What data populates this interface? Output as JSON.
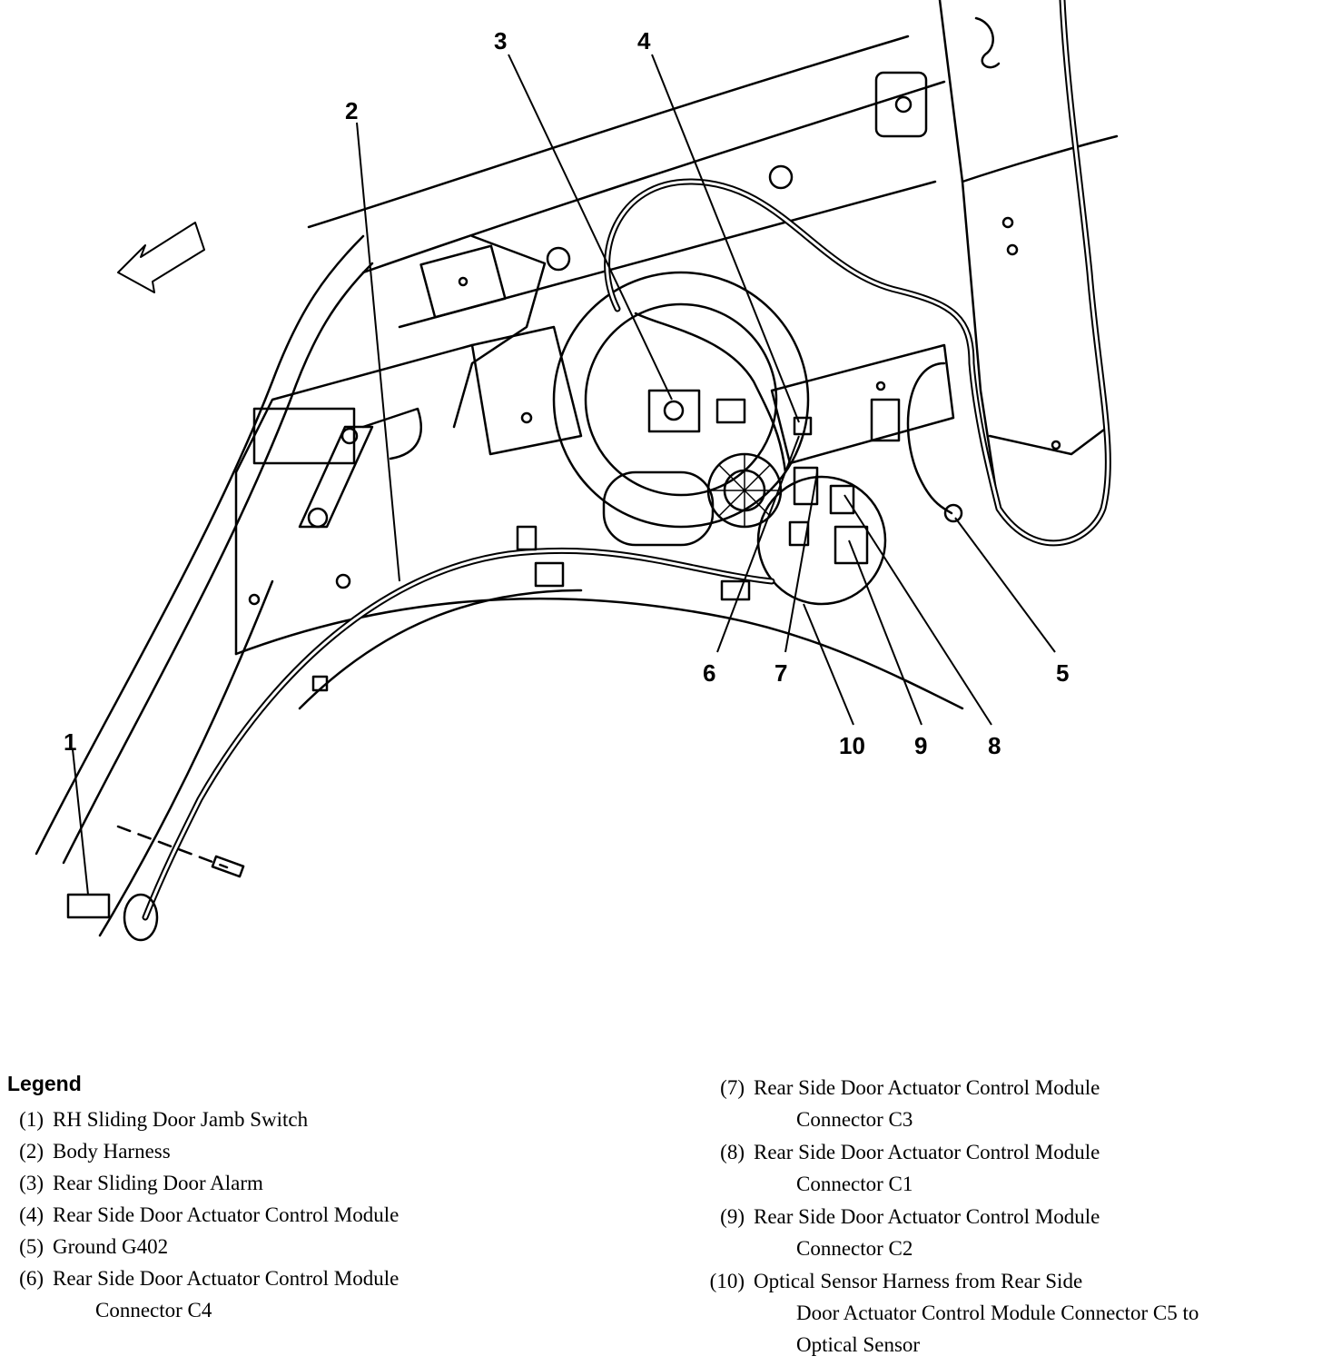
{
  "callouts": [
    "1",
    "2",
    "3",
    "4",
    "5",
    "6",
    "7",
    "8",
    "9",
    "10"
  ],
  "legend": {
    "title": "Legend",
    "items": [
      {
        "num": "(1)",
        "lines": [
          "RH Sliding Door Jamb Switch"
        ]
      },
      {
        "num": "(2)",
        "lines": [
          "Body Harness"
        ]
      },
      {
        "num": "(3)",
        "lines": [
          "Rear Sliding Door Alarm"
        ]
      },
      {
        "num": "(4)",
        "lines": [
          "Rear Side Door Actuator Control Module"
        ]
      },
      {
        "num": "(5)",
        "lines": [
          "Ground G402"
        ]
      },
      {
        "num": "(6)",
        "lines": [
          "Rear Side Door Actuator Control Module",
          "Connector C4"
        ]
      },
      {
        "num": "(7)",
        "lines": [
          "Rear Side Door Actuator Control Module",
          "Connector C3"
        ]
      },
      {
        "num": "(8)",
        "lines": [
          "Rear Side Door Actuator Control Module",
          "Connector C1"
        ]
      },
      {
        "num": "(9)",
        "lines": [
          "Rear Side Door Actuator Control Module",
          "Connector C2"
        ]
      },
      {
        "num": "(10)",
        "lines": [
          "Optical Sensor Harness from Rear Side",
          "Door Actuator Control Module Connector C5 to",
          "Optical Sensor"
        ]
      }
    ]
  }
}
